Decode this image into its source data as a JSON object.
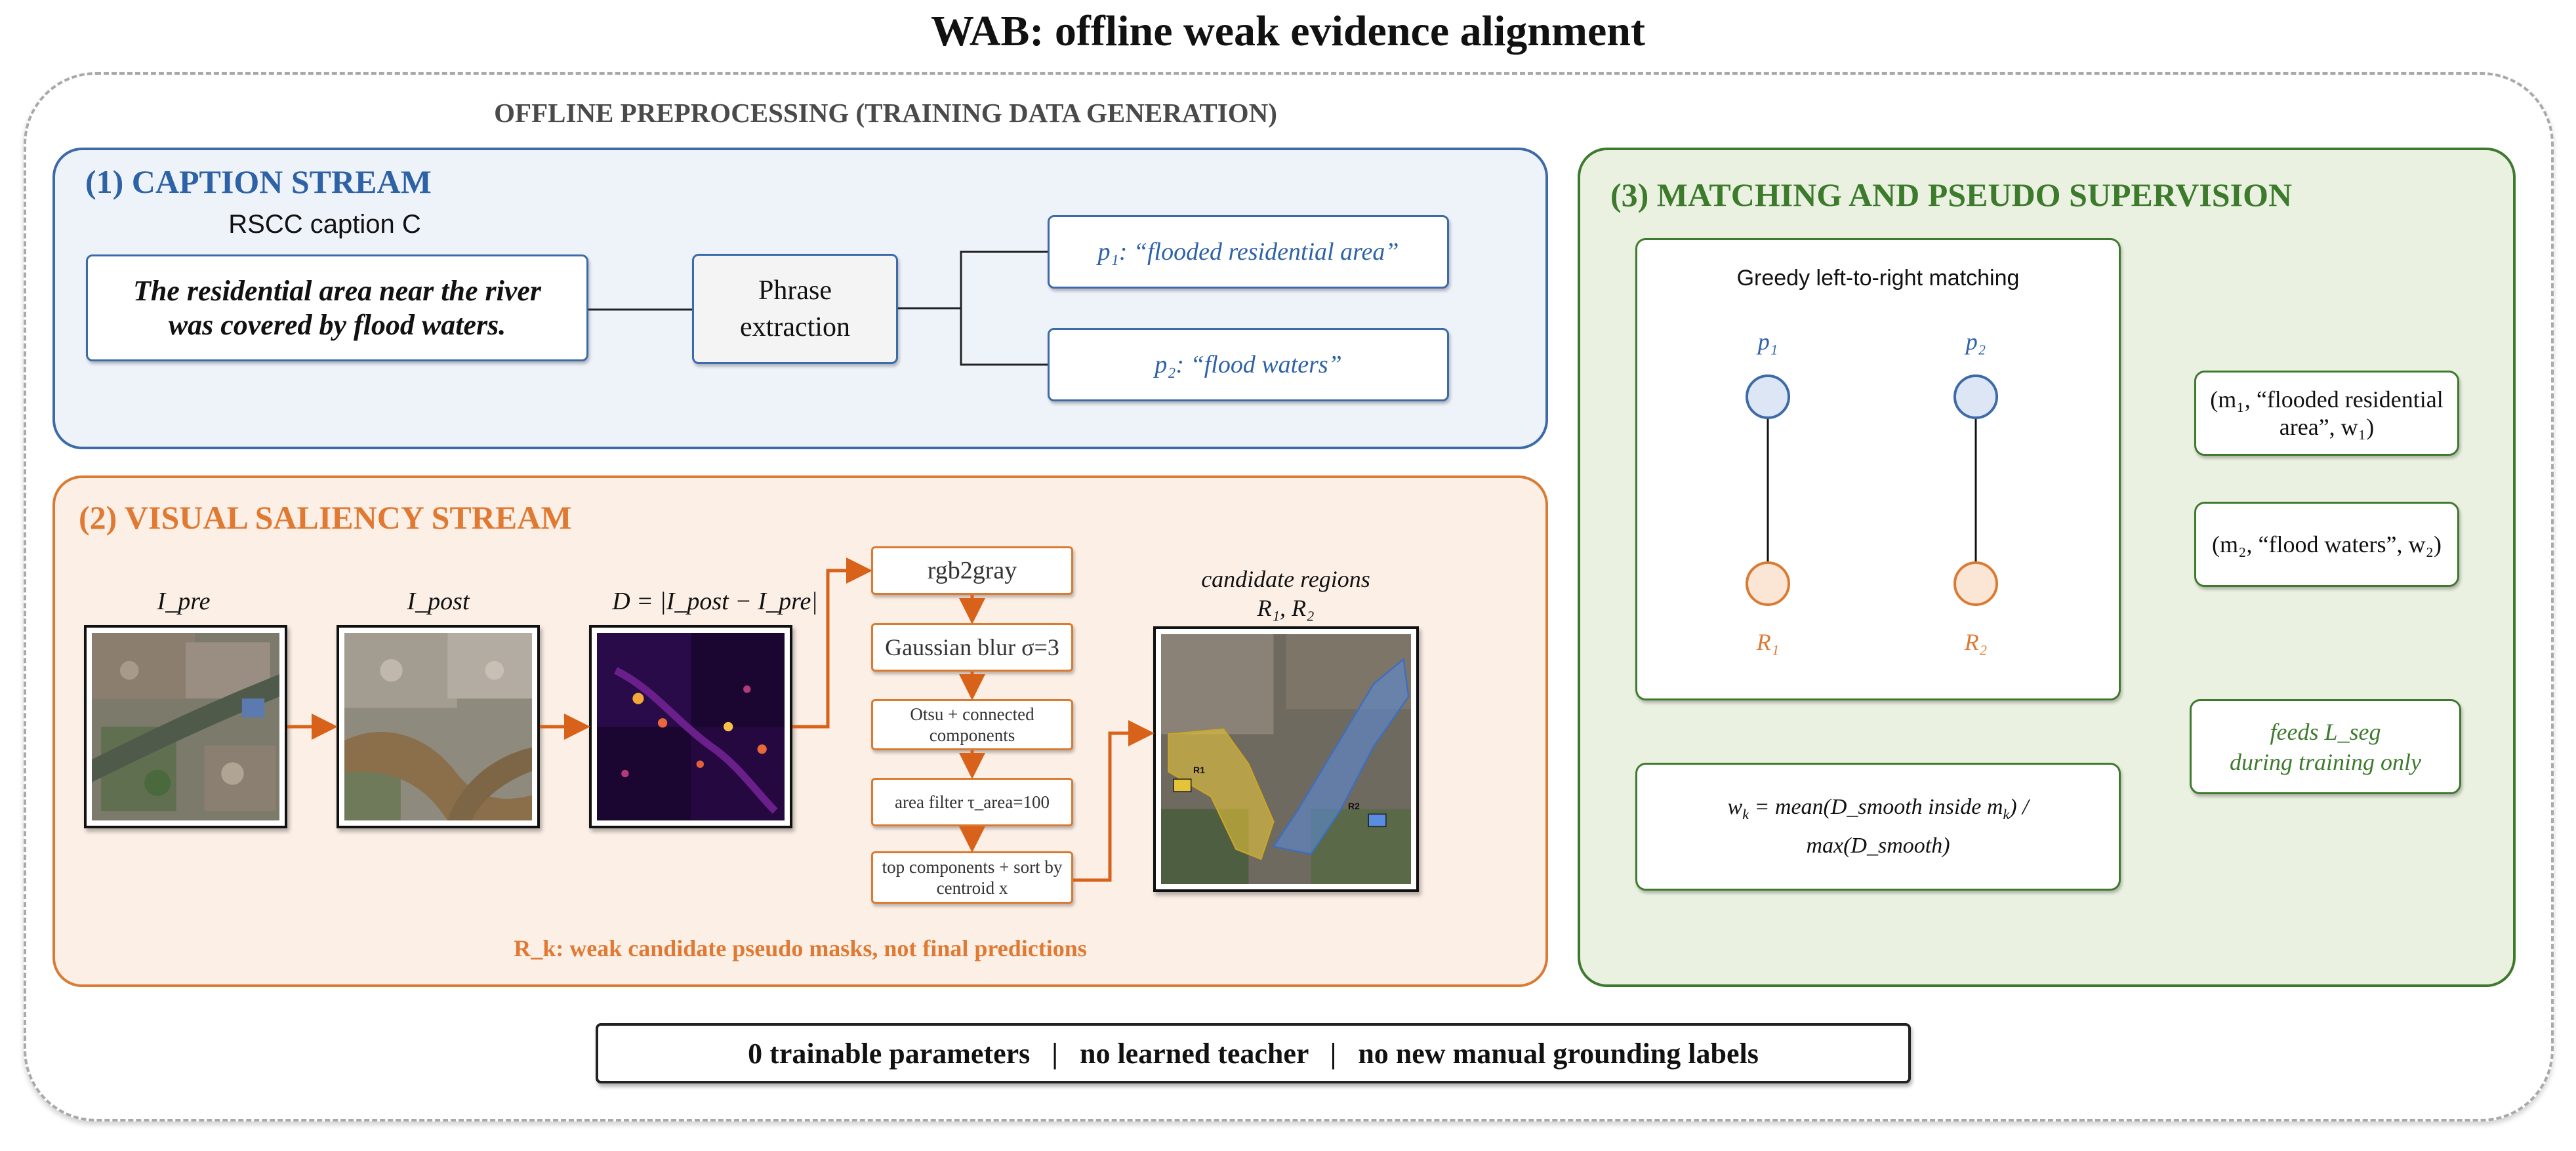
{
  "title": "WAB: offline weak evidence alignment",
  "outer_label": "OFFLINE PREPROCESSING (TRAINING DATA GENERATION)",
  "caption_stream": {
    "title": "(1) CAPTION STREAM",
    "caption_label": "RSCC caption C",
    "caption_line1": "The residential area near the river",
    "caption_line2": "was covered by flood waters.",
    "phrase_extraction_line1": "Phrase",
    "phrase_extraction_line2": "extraction",
    "phrase1": "p₁: “flooded residential area”",
    "phrase2": "p₂: “flood waters”"
  },
  "visual_stream": {
    "title": "(2) VISUAL SALIENCY STREAM",
    "img_pre_label": "I_pre",
    "img_post_label": "I_post",
    "diff_label": "D = |I_post − I_pre|",
    "steps": [
      "rgb2gray",
      "Gaussian blur σ=3",
      "Otsu + connected components",
      "area filter τ_area=100",
      "top components + sort by centroid x"
    ],
    "candidate_label_line1": "candidate regions",
    "candidate_label_line2": "R₁, R₂",
    "region_tags": [
      "R1",
      "R2"
    ],
    "note": "R_k: weak candidate pseudo masks, not final predictions"
  },
  "matching": {
    "title": "(3) MATCHING AND PSEUDO SUPERVISION",
    "greedy_title": "Greedy left-to-right matching",
    "p_labels": [
      "p₁",
      "p₂"
    ],
    "r_labels": [
      "R₁",
      "R₂"
    ],
    "tuple1": "(m₁, “flooded residential area”, w₁)",
    "tuple2": "(m₂, “flood waters”, w₂)",
    "feeds_line1": "feeds L_seg",
    "feeds_line2": "during training only",
    "weight_line1_pre": "w",
    "weight_sub_k": "k",
    "weight_line1_mid": " = mean(D_smooth inside m",
    "weight_line1_post": ") /",
    "weight_line2": "max(D_smooth)"
  },
  "footer": "0 trainable parameters   |   no learned teacher   |   no new manual grounding labels",
  "colors": {
    "caption_accent": "#2e62a6",
    "visual_accent": "#e07a33",
    "matching_accent": "#3c7a2c"
  }
}
